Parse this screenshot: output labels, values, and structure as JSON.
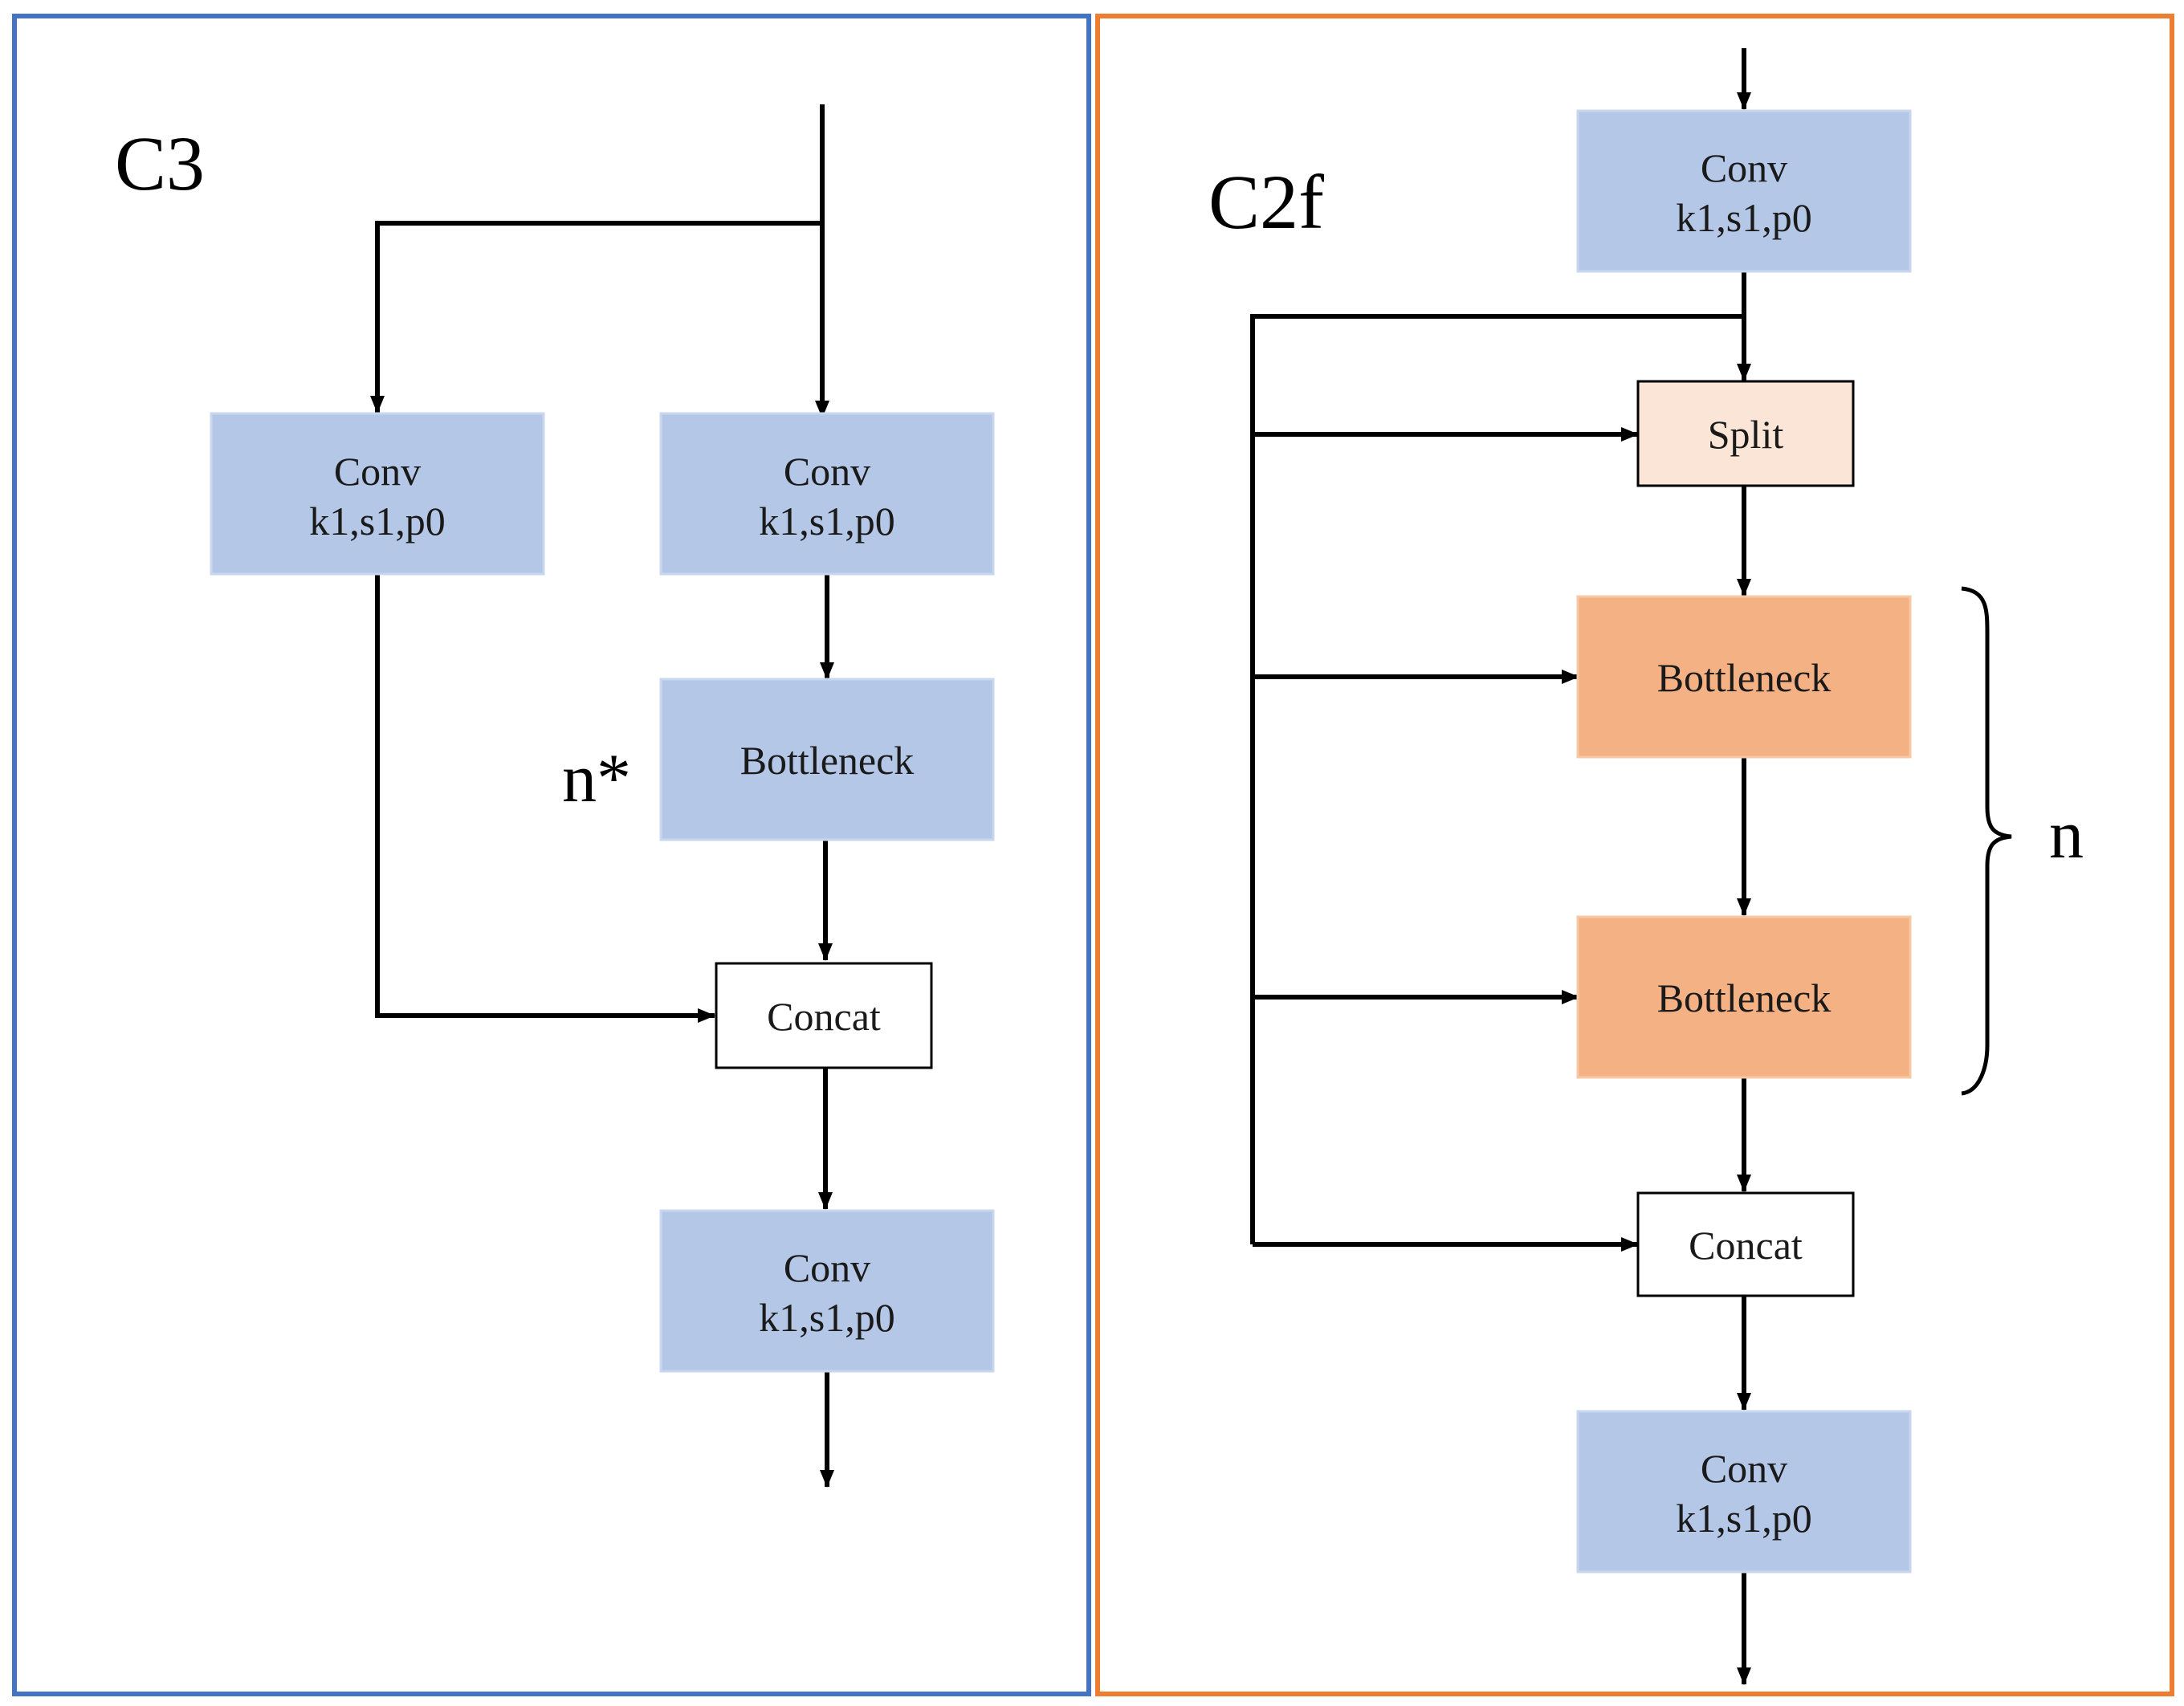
{
  "colors": {
    "c3_border": "#4472C4",
    "c2f_border": "#ED7D31",
    "conv_fill": "#B4C7E7",
    "bottleneck_c3_fill": "#B4C7E7",
    "bottleneck_c2f_fill": "#F4B183",
    "split_fill": "#FBE5D6",
    "concat_fill": "#FFFFFF"
  },
  "c3": {
    "title": "C3",
    "conv_left": {
      "line1": "Conv",
      "line2": "k1,s1,p0"
    },
    "conv_right": {
      "line1": "Conv",
      "line2": "k1,s1,p0"
    },
    "bottleneck": {
      "label": "Bottleneck"
    },
    "repeat_label": "n*",
    "concat": {
      "label": "Concat"
    },
    "conv_out": {
      "line1": "Conv",
      "line2": "k1,s1,p0"
    }
  },
  "c2f": {
    "title": "C2f",
    "conv_in": {
      "line1": "Conv",
      "line2": "k1,s1,p0"
    },
    "split": {
      "label": "Split"
    },
    "bottleneck_1": {
      "label": "Bottleneck"
    },
    "bottleneck_2": {
      "label": "Bottleneck"
    },
    "repeat_label": "n",
    "concat": {
      "label": "Concat"
    },
    "conv_out": {
      "line1": "Conv",
      "line2": "k1,s1,p0"
    }
  }
}
